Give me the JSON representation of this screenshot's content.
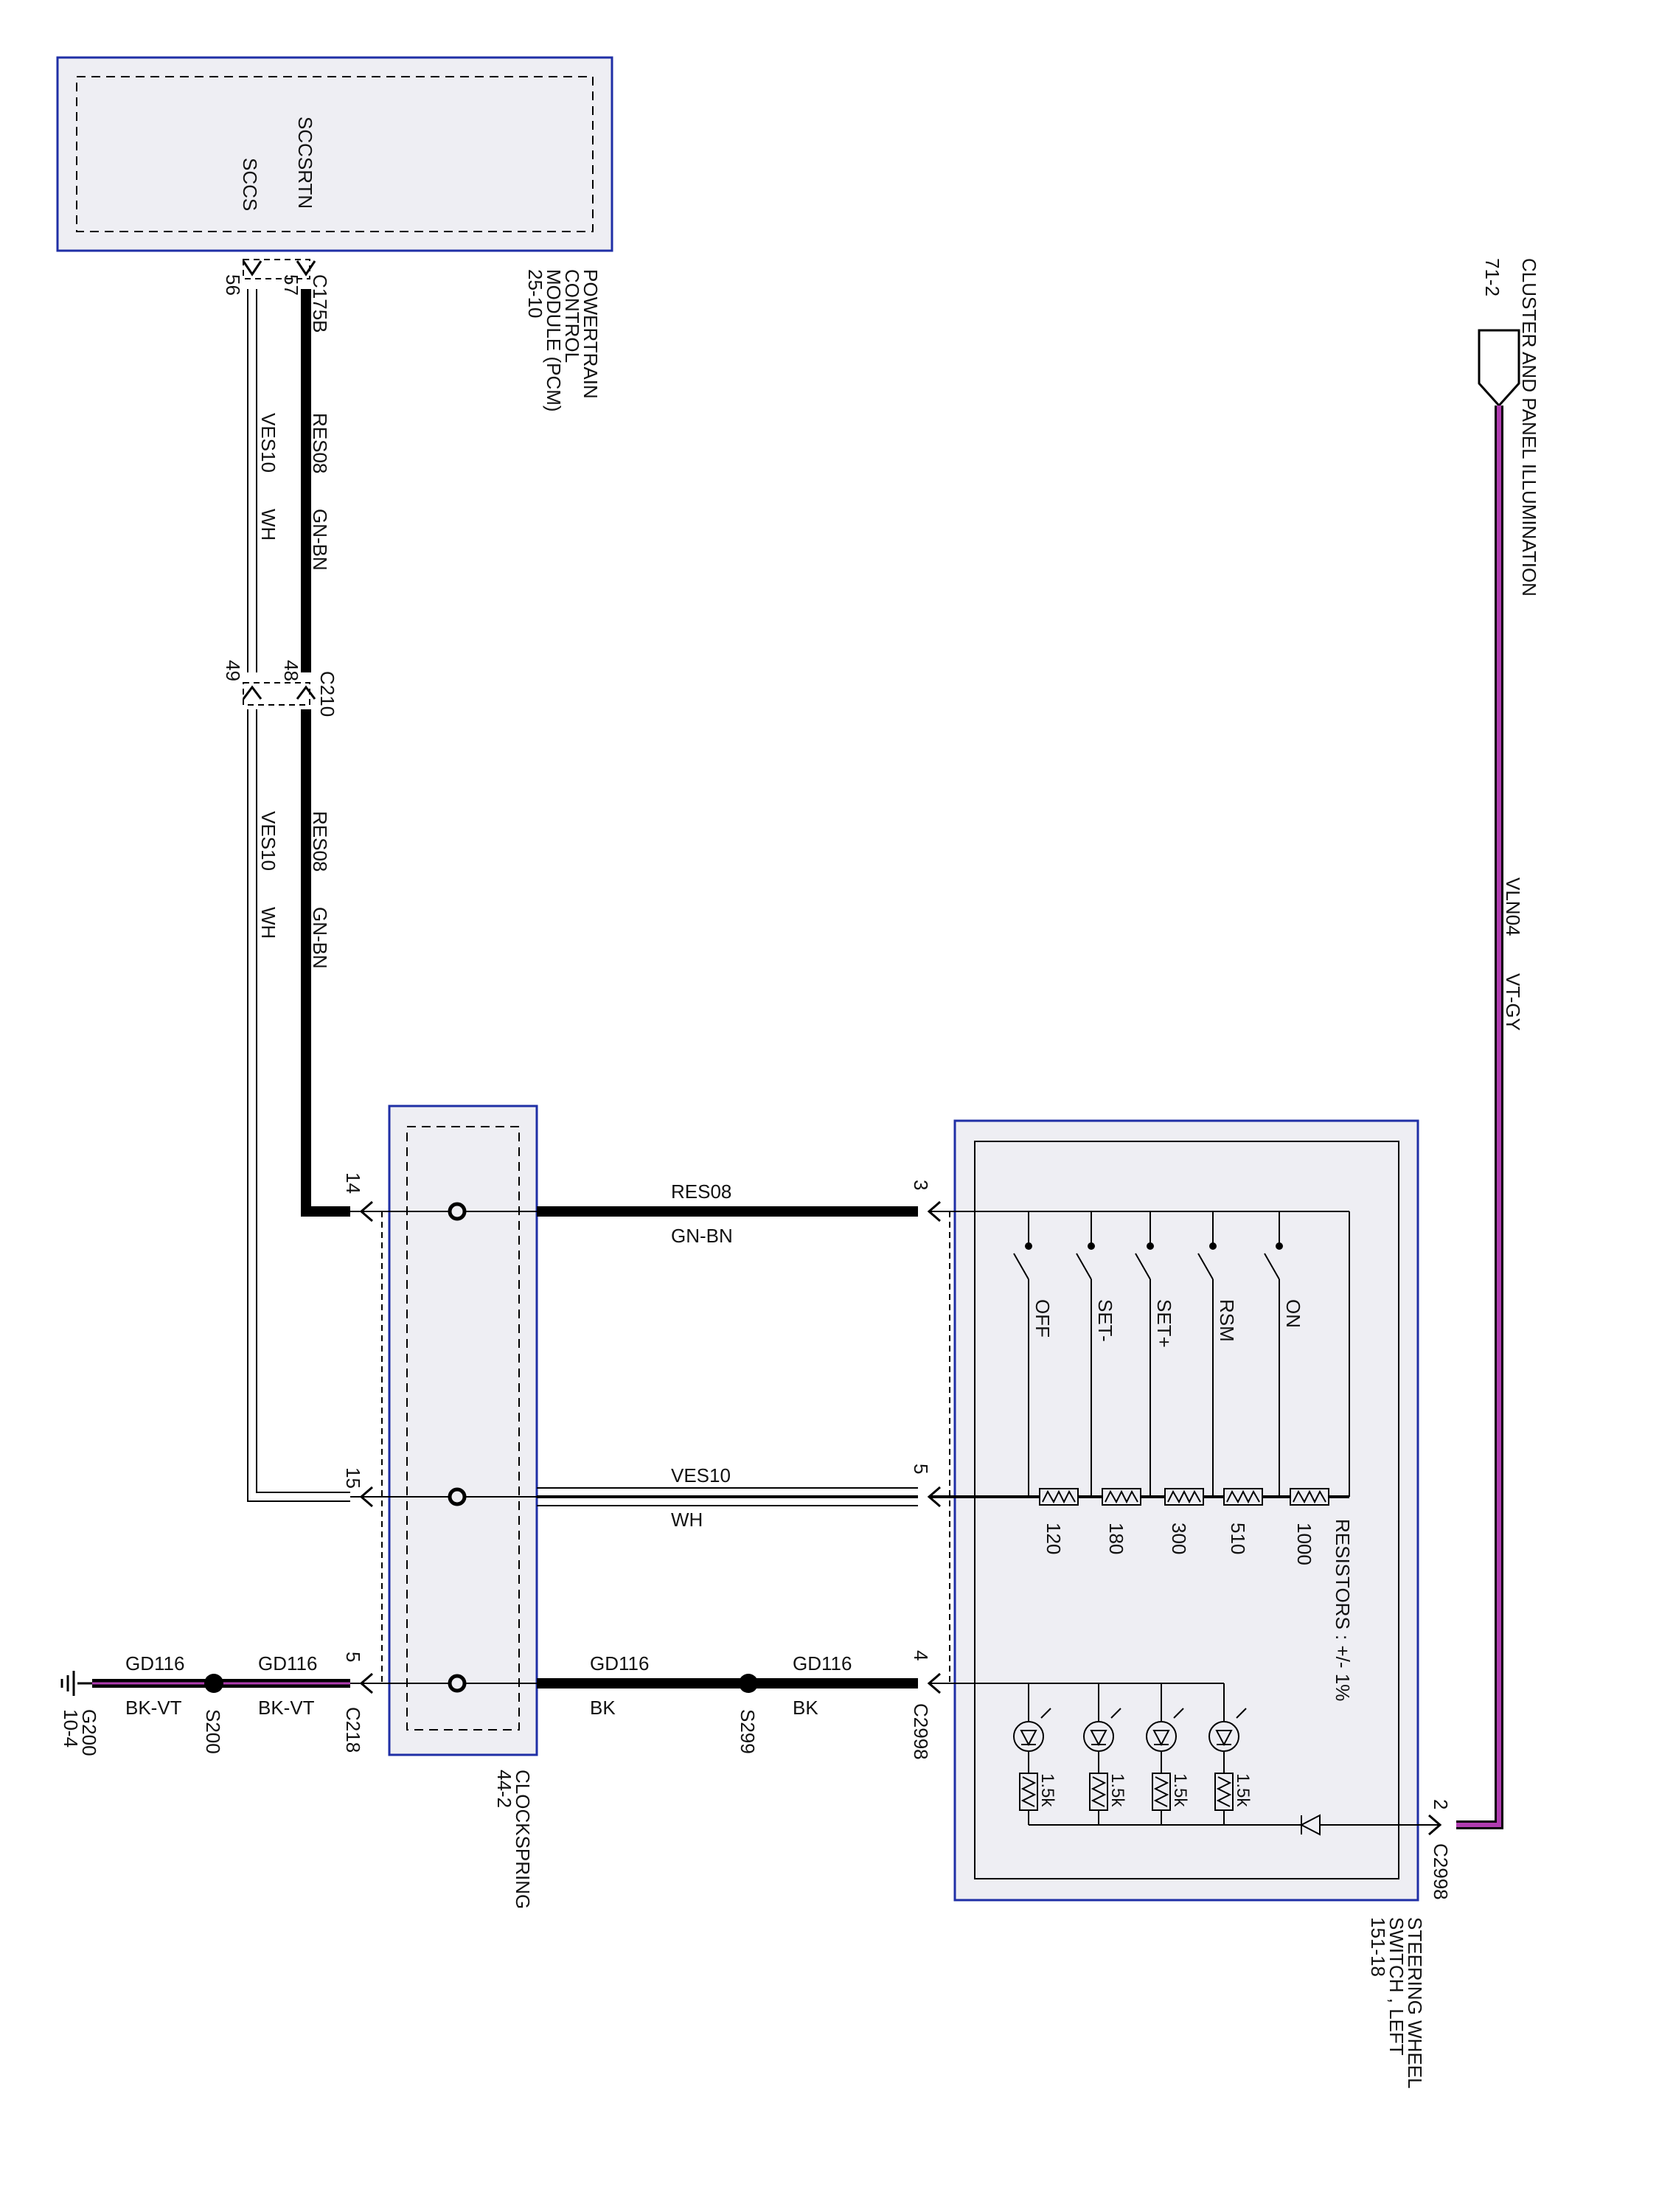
{
  "colors": {
    "module_border": "#1f2fa6",
    "module_fill": "#eeeef3",
    "wire_dark": "#000000",
    "wire_violet": "#b03cb0"
  },
  "pcm": {
    "pin_sccsrtn": "SCCSRTN",
    "pin_sccs": "SCCS",
    "name_line1": "POWERTRAIN",
    "name_line2": "CONTROL",
    "name_line3": "MODULE (PCM)",
    "page_ref": "25-10",
    "connector": "C175B",
    "pin_57": "57",
    "pin_56": "56"
  },
  "wires": {
    "res08": "RES08",
    "gn_bn": "GN-BN",
    "ves10": "VES10",
    "wh": "WH",
    "gd116": "GD116",
    "bk": "BK",
    "bk_vt": "BK-VT",
    "vln04": "VLN04",
    "vt_gy": "VT-GY"
  },
  "c210": {
    "connector": "C210",
    "pin_48": "48",
    "pin_49": "49"
  },
  "clockspring": {
    "name": "CLOCKSPRING",
    "page_ref": "44-2",
    "pin_14": "14",
    "pin_15": "15"
  },
  "c218": {
    "connector": "C218",
    "pin_5": "5"
  },
  "splices": {
    "s200": "S200",
    "s299": "S299"
  },
  "ground": {
    "name": "G200",
    "page_ref": "10-4"
  },
  "switch": {
    "name_line1": "STEERING WHEEL",
    "name_line2": "SWITCH , LEFT",
    "page_ref": "151-18",
    "connector": "C2998",
    "pin_3": "3",
    "pin_5": "5",
    "pin_4": "4",
    "pin_2": "2",
    "resistors_note": "RESISTORS : +/-  1%",
    "switches": [
      "OFF",
      "SET-",
      "SET+",
      "RSM",
      "ON"
    ],
    "resistors": [
      "120",
      "180",
      "300",
      "510",
      "1000"
    ],
    "led_resistors": [
      "1.5k",
      "1.5k",
      "1.5k",
      "1.5k"
    ]
  },
  "cluster": {
    "name": "CLUSTER AND PANEL ILLUMINATION",
    "page_ref": "71-2"
  }
}
